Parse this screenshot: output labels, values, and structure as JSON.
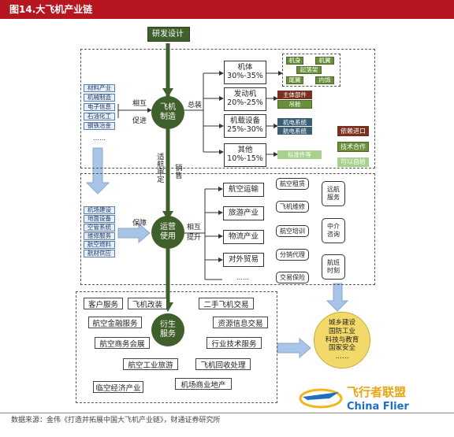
{
  "header": {
    "title": "图14.大飞机产业链",
    "bg_color": "#b5161f"
  },
  "top": {
    "rnd": "研发设计"
  },
  "mfg": {
    "left_items": [
      "材料产业",
      "机械制造",
      "电子信息",
      "石油化工",
      "钢铁冶金"
    ],
    "left_more": "……",
    "mutual1": "相互",
    "mutual2": "促进",
    "center1": "飞机",
    "center2": "制造",
    "assembly": "总装",
    "components": [
      {
        "name": "机体",
        "share": "30%-35%"
      },
      {
        "name": "发动机",
        "share": "20%-25%"
      },
      {
        "name": "机载设备",
        "share": "25%-30%"
      },
      {
        "name": "其他",
        "share": "10%-15%"
      }
    ],
    "airframe_tags": [
      "机身",
      "机翼",
      "起落架",
      "尾翼",
      "内饰"
    ],
    "engine_tags": [
      "主体部件",
      "吊舱"
    ],
    "equip_tags": [
      "机电系统",
      "航电系统"
    ],
    "other_tags": [
      "标准件等"
    ],
    "legend": [
      "依赖进口",
      "技术合作",
      "可以自给"
    ]
  },
  "mid": {
    "airworthiness": "适航审定",
    "sales": "销售"
  },
  "ops": {
    "left_items": [
      "机场建设",
      "地面设备",
      "空管系统",
      "维修服务",
      "航空燃料",
      "航材供应"
    ],
    "guarantee": "保障",
    "center1": "运营",
    "center2": "使用",
    "mutual1": "相互",
    "mutual2": "提升",
    "industries": [
      "航空运输",
      "旅游产业",
      "物流产业",
      "对外贸易"
    ],
    "more": "……",
    "sub_items": [
      "航空租赁",
      "飞机维修",
      "航空培训",
      "分销代理",
      "交易保险"
    ],
    "right_items": [
      "远航服务",
      "中介咨询",
      "航班时刻"
    ]
  },
  "derive": {
    "center1": "衍生",
    "center2": "服务",
    "items": [
      "客户服务",
      "飞机改装",
      "二手飞机交易",
      "航空金融服务",
      "资源信息交易",
      "航空商务会展",
      "行业技术服务",
      "航空工业旅游",
      "飞机回收处理",
      "临空经济产业",
      "机场商业地产"
    ]
  },
  "outcome": {
    "lines": [
      "城乡建设",
      "国防工业",
      "科技与教育",
      "国家安全",
      "……"
    ]
  },
  "watermark": {
    "cn": "飞行者联盟",
    "en": "China Flier"
  },
  "footer": {
    "source": "数据来源：金伟《打造并拓展中国大飞机产业链》，财通证券研究所"
  },
  "colors": {
    "dark_green": "#3f5f2b",
    "mid_green": "#6a8f3a",
    "light_green": "#a9d18e",
    "red": "#b5161f",
    "light_blue": "#a8c4e6",
    "brown": "#7a2f1f"
  }
}
